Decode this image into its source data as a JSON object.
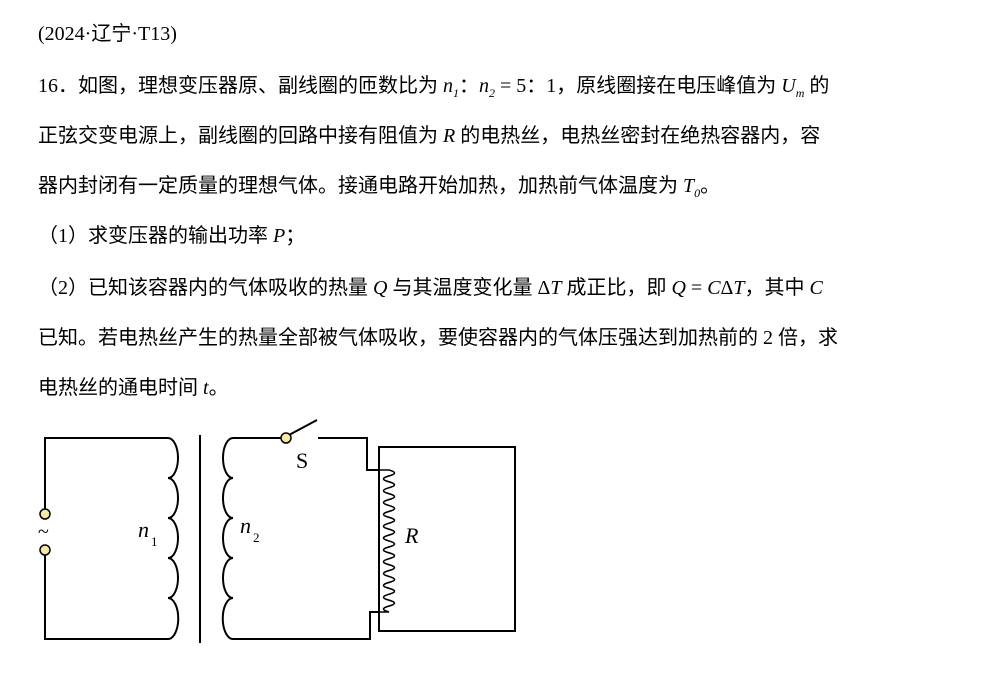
{
  "source": "(2024·辽宁·T13)",
  "problem": {
    "number": "16．",
    "l1a": "如图，理想变压器原、副线圈的匝数比为 ",
    "n1": "n",
    "s1": "1",
    "colon1": "：",
    "n2": "n",
    "s2": "2",
    "l1b": " = 5：1，原线圈接在电压峰值为 ",
    "Um": "U",
    "m": "m",
    "l1c": " 的",
    "l2a": "正弦交变电源上，副线圈的回路中接有阻值为 ",
    "R": "R",
    "l2b": " 的电热丝，电热丝密封在绝热容器内，容",
    "l3a": "器内封闭有一定质量的理想气体。接通电路开始加热，加热前气体温度为 ",
    "T": "T",
    "T0": "0",
    "l3b": "。",
    "q1a": "（1）求变压器的输出功率 ",
    "P": "P",
    "q1b": "；",
    "q2a": "（2）已知该容器内的气体吸收的热量 ",
    "Q": "Q",
    "q2b": " 与其温度变化量 Δ",
    "T2": "T",
    "q2c": " 成正比，即 ",
    "Q2": "Q",
    "q2d": " = ",
    "C": "C",
    "q2e": "Δ",
    "T3": "T",
    "q2f": "，其中 ",
    "C2": "C",
    "l6": "已知。若电热丝产生的热量全部被气体吸收，要使容器内的气体压强达到加热前的 2 倍，求",
    "l7a": "电热丝的通电时间 ",
    "t": "t",
    "l7b": "。"
  },
  "figure": {
    "source_symbol": "~",
    "n1": "n",
    "n1sub": "1",
    "n2": "n",
    "n2sub": "2",
    "switch": "S",
    "resistor": "R",
    "terminal_color": "#f7eaa0"
  }
}
